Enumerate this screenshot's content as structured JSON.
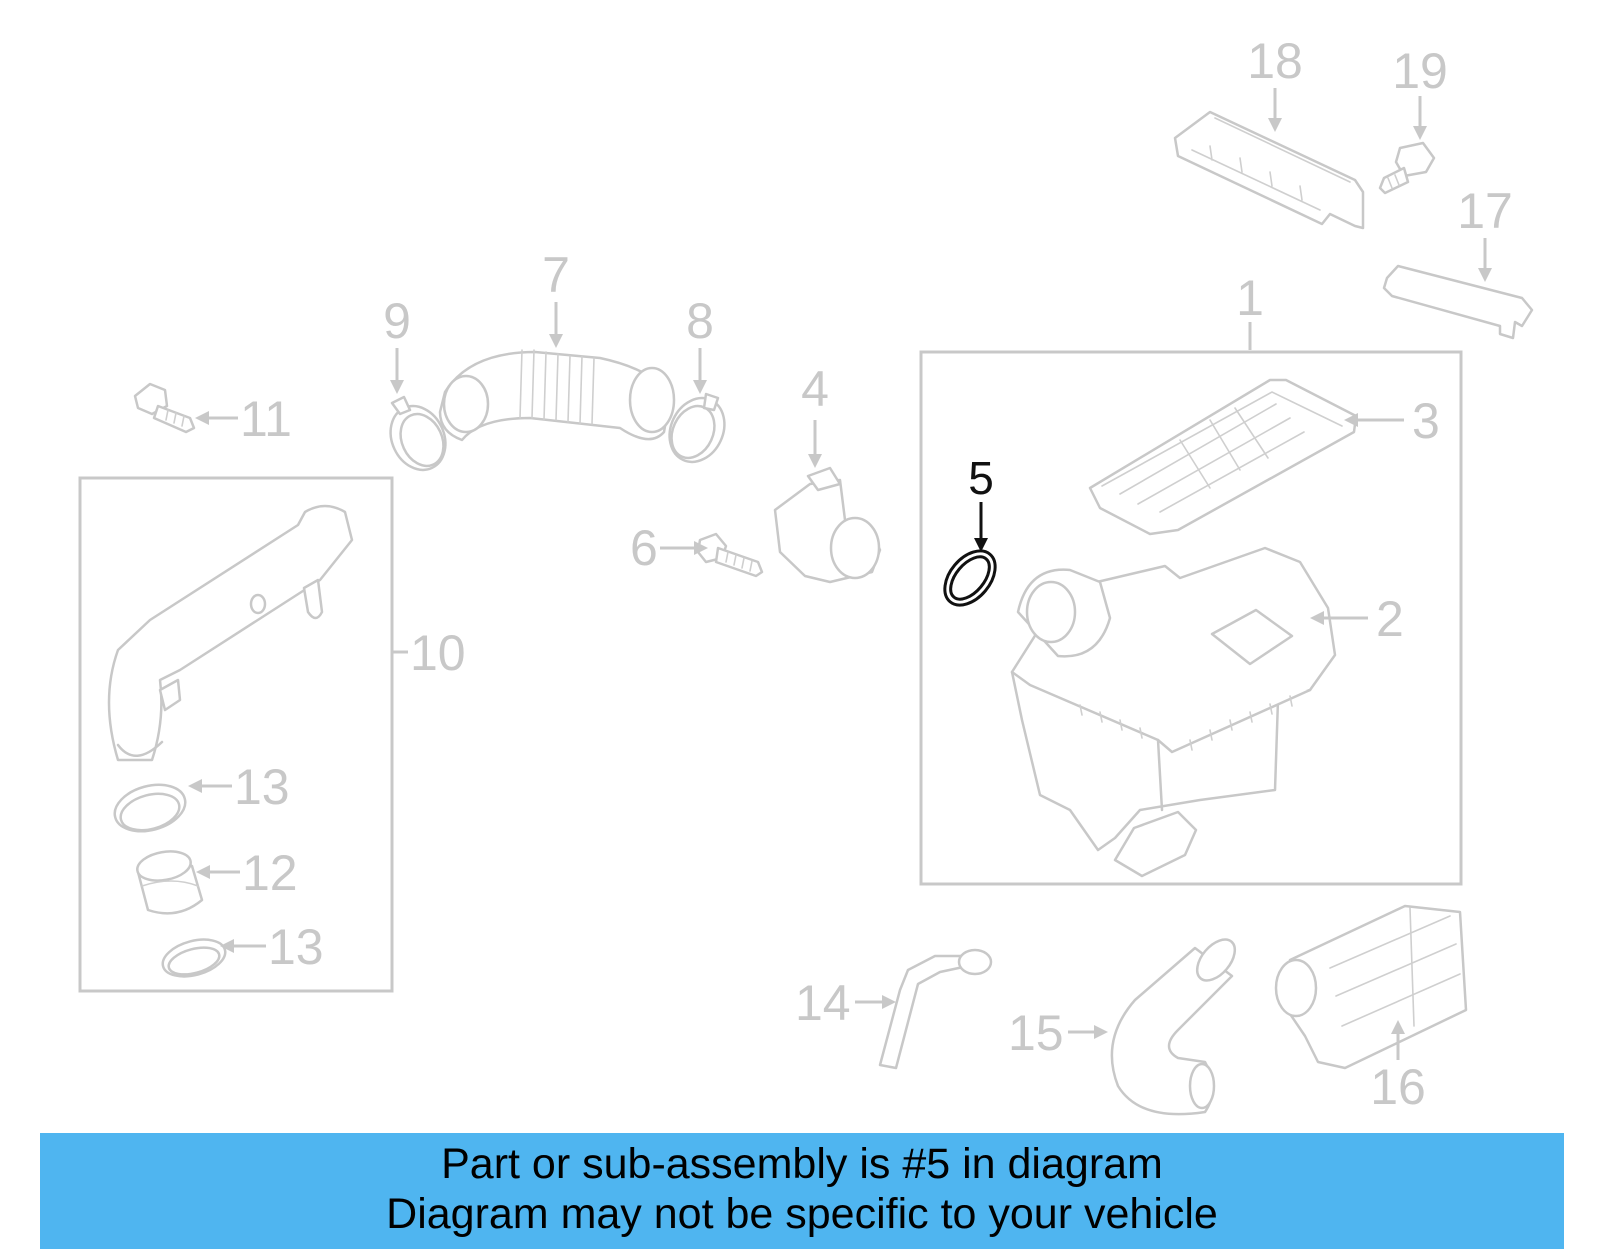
{
  "diagram": {
    "highlighted_part": "5",
    "callouts": {
      "c1": "1",
      "c2": "2",
      "c3": "3",
      "c4": "4",
      "c5": "5",
      "c6": "6",
      "c7": "7",
      "c8": "8",
      "c9": "9",
      "c10": "10",
      "c11": "11",
      "c12": "12",
      "c13a": "13",
      "c13b": "13",
      "c14": "14",
      "c15": "15",
      "c16": "16",
      "c17": "17",
      "c18": "18",
      "c19": "19"
    },
    "colors": {
      "muted": "#c8c8c8",
      "highlight": "#111111",
      "banner": "#4fb5f0"
    }
  },
  "banner": {
    "line1": "Part or sub-assembly is #5 in diagram",
    "line2": "Diagram may not be specific to your vehicle"
  }
}
